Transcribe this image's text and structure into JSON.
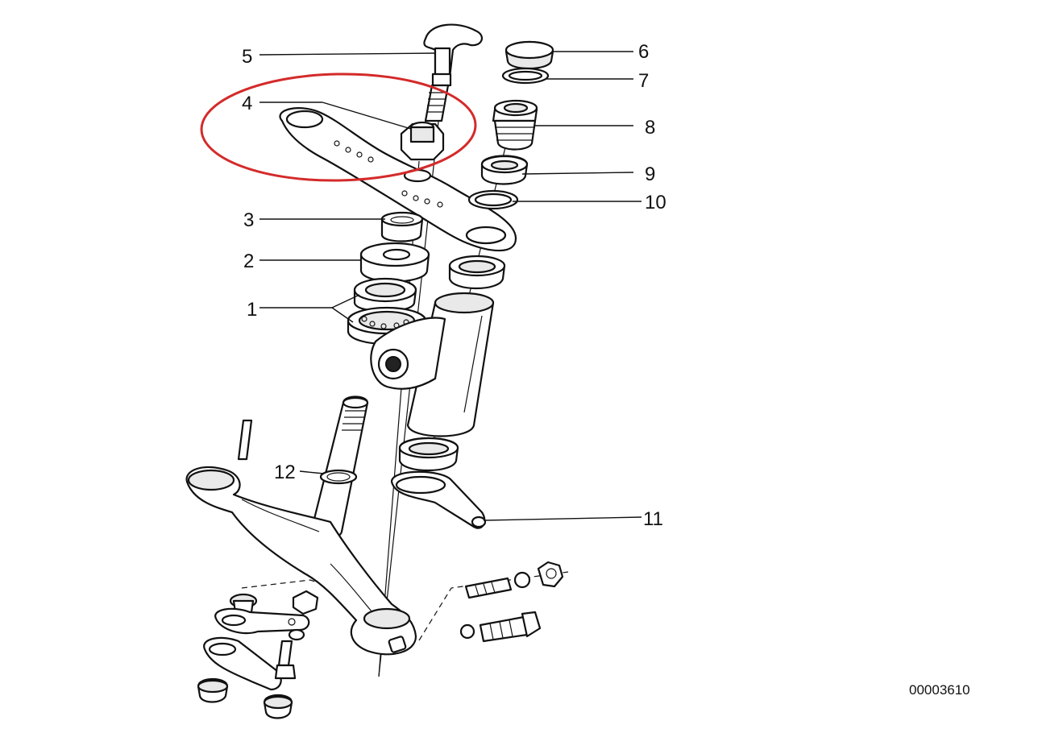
{
  "diagram": {
    "reference_code": "00003610",
    "callouts": [
      {
        "id": "c5",
        "label": "5"
      },
      {
        "id": "c4",
        "label": "4"
      },
      {
        "id": "c3",
        "label": "3"
      },
      {
        "id": "c2",
        "label": "2"
      },
      {
        "id": "c1",
        "label": "1"
      },
      {
        "id": "c12",
        "label": "12"
      },
      {
        "id": "c6",
        "label": "6"
      },
      {
        "id": "c7",
        "label": "7"
      },
      {
        "id": "c8",
        "label": "8"
      },
      {
        "id": "c9",
        "label": "9"
      },
      {
        "id": "c10",
        "label": "10"
      },
      {
        "id": "c11",
        "label": "11"
      }
    ],
    "highlight_color": "#d42a2a"
  }
}
